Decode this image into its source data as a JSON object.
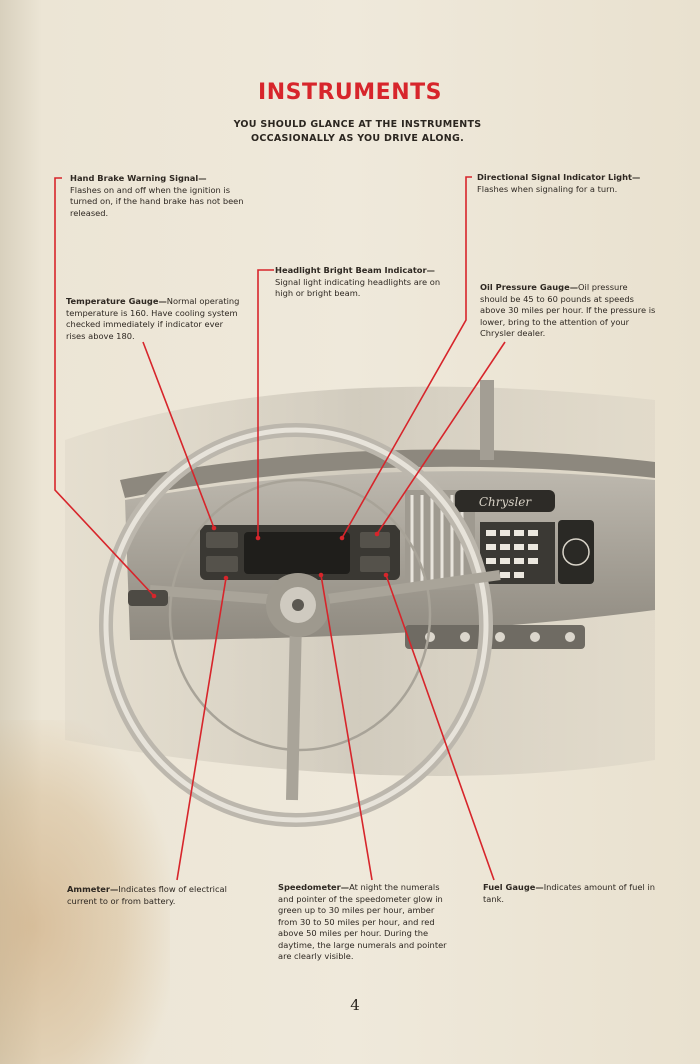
{
  "title": "INSTRUMENTS",
  "subtitle_line1": "YOU SHOULD GLANCE AT THE INSTRUMENTS",
  "subtitle_line2": "OCCASIONALLY AS YOU DRIVE ALONG.",
  "colors": {
    "accent_red": "#d7252b",
    "paper": "#ece5d5",
    "ink": "#2b2620"
  },
  "callouts": {
    "hand_brake": {
      "label": "Hand Brake Warning Signal—",
      "text": "Flashes on and off when the ignition is turned on, if the hand brake has not been released."
    },
    "temperature": {
      "label": "Temperature Gauge—",
      "text": "Normal operating temperature is 160. Have cooling system checked immediately if indicator ever rises above 180."
    },
    "headlight": {
      "label": "Headlight Bright Beam Indicator—",
      "text": "Signal light indicating headlights are on high or bright beam."
    },
    "directional": {
      "label": "Directional Signal Indicator Light—",
      "text": "Flashes when signaling for a turn."
    },
    "oil_pressure": {
      "label": "Oil Pressure Gauge—",
      "text": "Oil pressure should be 45 to 60 pounds at speeds above 30 miles per hour. If the pressure is lower, bring to the attention of your Chrysler dealer."
    },
    "ammeter": {
      "label": "Ammeter—",
      "text": "Indicates flow of electrical current to or from battery."
    },
    "speedometer": {
      "label": "Speedometer—",
      "text": "At night the numerals and pointer of the speedometer glow in green up to 30 miles per hour, amber from 30 to 50 miles per hour, and red above 50 miles per hour. During the daytime, the large numerals and pointer are clearly visible."
    },
    "fuel": {
      "label": "Fuel Gauge—",
      "text": "Indicates amount of fuel in tank."
    }
  },
  "dashboard_badge": "Chrysler",
  "page_number": "4"
}
